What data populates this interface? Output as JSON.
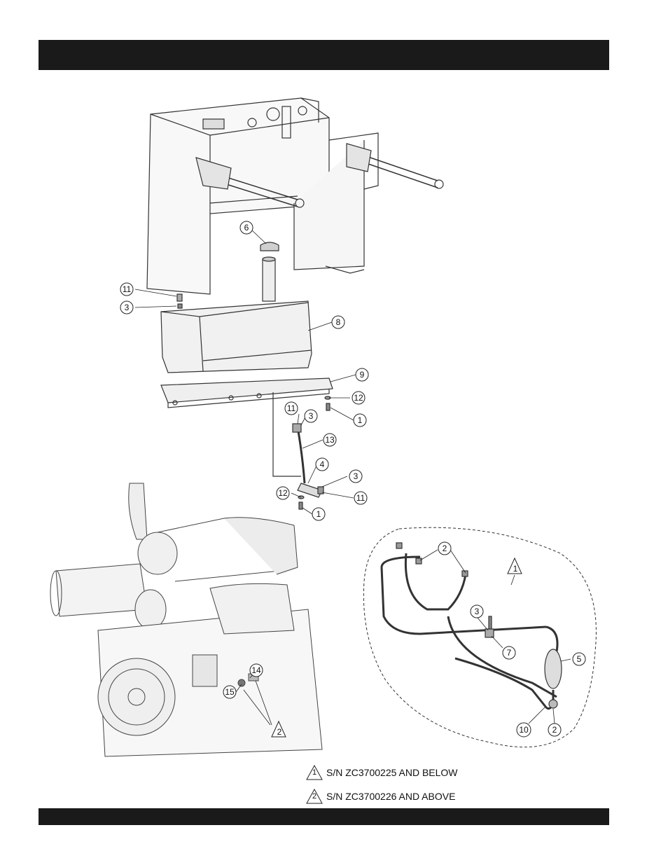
{
  "header": {
    "title": ""
  },
  "footer": {
    "text": ""
  },
  "callouts": {
    "c6": "6",
    "c11a": "11",
    "c3a": "3",
    "c8": "8",
    "c9": "9",
    "c12a": "12",
    "c1a": "1",
    "c11b": "11",
    "c3b": "3",
    "c13": "13",
    "c4": "4",
    "c3c": "3",
    "c12b": "12",
    "c11c": "11",
    "c1b": "1",
    "c14": "14",
    "c15": "15",
    "c2tri": "2",
    "c2a": "2",
    "c1tri": "1",
    "c3d": "3",
    "c7": "7",
    "c5": "5",
    "c10": "10",
    "c2b": "2"
  },
  "notes": [
    {
      "marker": "1",
      "text": "S/N ZC3700225 AND BELOW"
    },
    {
      "marker": "2",
      "text": "S/N ZC3700226 AND ABOVE"
    }
  ]
}
